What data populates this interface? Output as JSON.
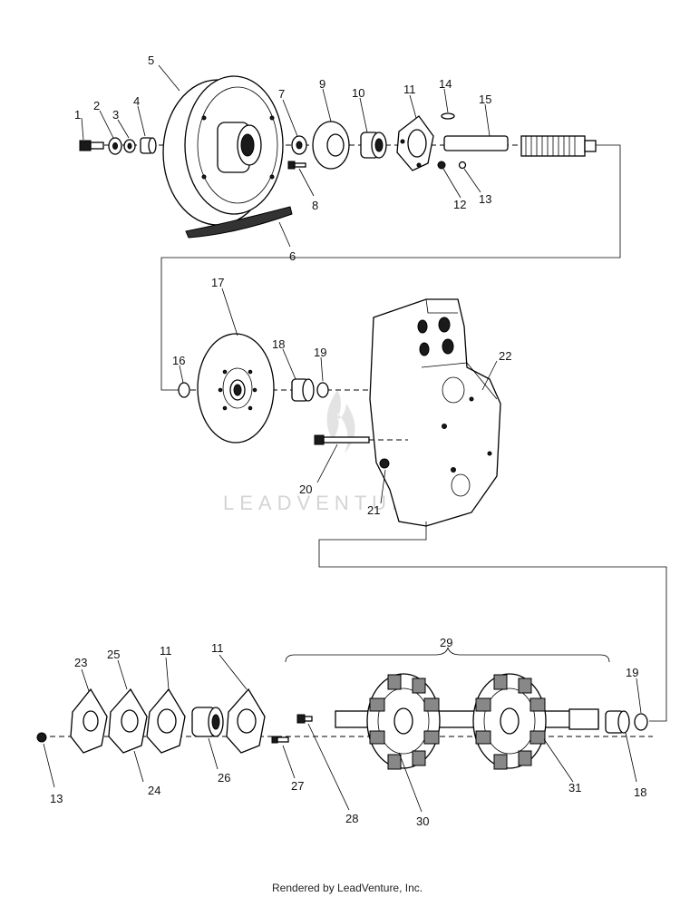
{
  "diagram": {
    "watermark": "LEADVENTURE",
    "footer": "Rendered by LeadVenture, Inc.",
    "labels": {
      "p1": "1",
      "p2": "2",
      "p3": "3",
      "p4": "4",
      "p5": "5",
      "p6": "6",
      "p7": "7",
      "p8": "8",
      "p9": "9",
      "p10": "10",
      "p11a": "11",
      "p12": "12",
      "p13a": "13",
      "p14": "14",
      "p15": "15",
      "p16": "16",
      "p17": "17",
      "p18a": "18",
      "p19a": "19",
      "p20": "20",
      "p21": "21",
      "p22": "22",
      "p23": "23",
      "p24": "24",
      "p25": "25",
      "p11b": "11",
      "p11c": "11",
      "p26": "26",
      "p27": "27",
      "p28": "28",
      "p29": "29",
      "p30": "30",
      "p31": "31",
      "p18b": "18",
      "p19b": "19",
      "p13b": "13"
    }
  }
}
